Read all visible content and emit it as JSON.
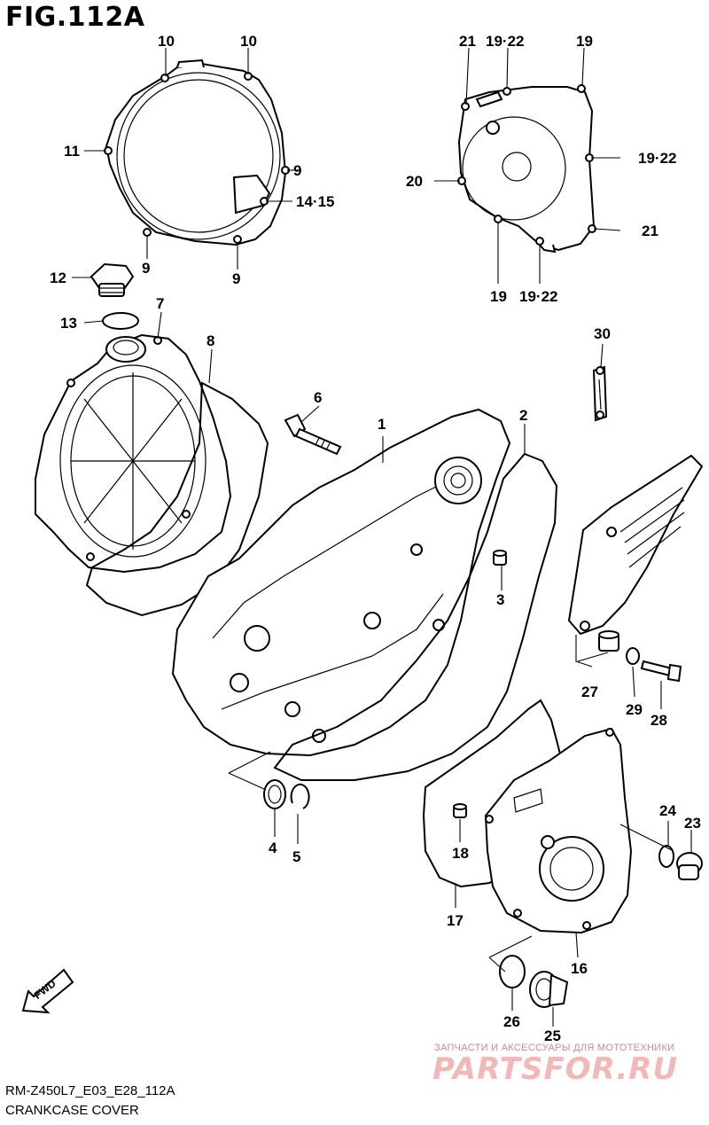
{
  "figure": {
    "title": "FIG.112A",
    "code": "RM-Z450L7_E03_E28_112A",
    "caption": "CRANKCASE COVER",
    "fwd_label": "FWD"
  },
  "callouts": {
    "c10a": "10",
    "c10b": "10",
    "c11": "11",
    "c9a": "9",
    "c1415": "14·15",
    "c9b": "9",
    "c9c": "9",
    "c12": "12",
    "c13": "13",
    "c7": "7",
    "c8": "8",
    "c21a": "21",
    "c1922a": "19·22",
    "c19a": "19",
    "c1922b": "19·22",
    "c20": "20",
    "c21b": "21",
    "c19b": "19",
    "c1922c": "19·22",
    "c30": "30",
    "c6": "6",
    "c1": "1",
    "c2": "2",
    "c3": "3",
    "c27": "27",
    "c29": "29",
    "c28": "28",
    "c4": "4",
    "c5": "5",
    "c24": "24",
    "c23": "23",
    "c18": "18",
    "c17": "17",
    "c16": "16",
    "c26": "26",
    "c25": "25"
  },
  "watermark": {
    "tagline": "ЗАПЧАСТИ И АКСЕССУАРЫ ДЛЯ МОТОТЕХНИКИ",
    "brand": "PARTSFOR.RU",
    "color": "#f2b8b8"
  }
}
